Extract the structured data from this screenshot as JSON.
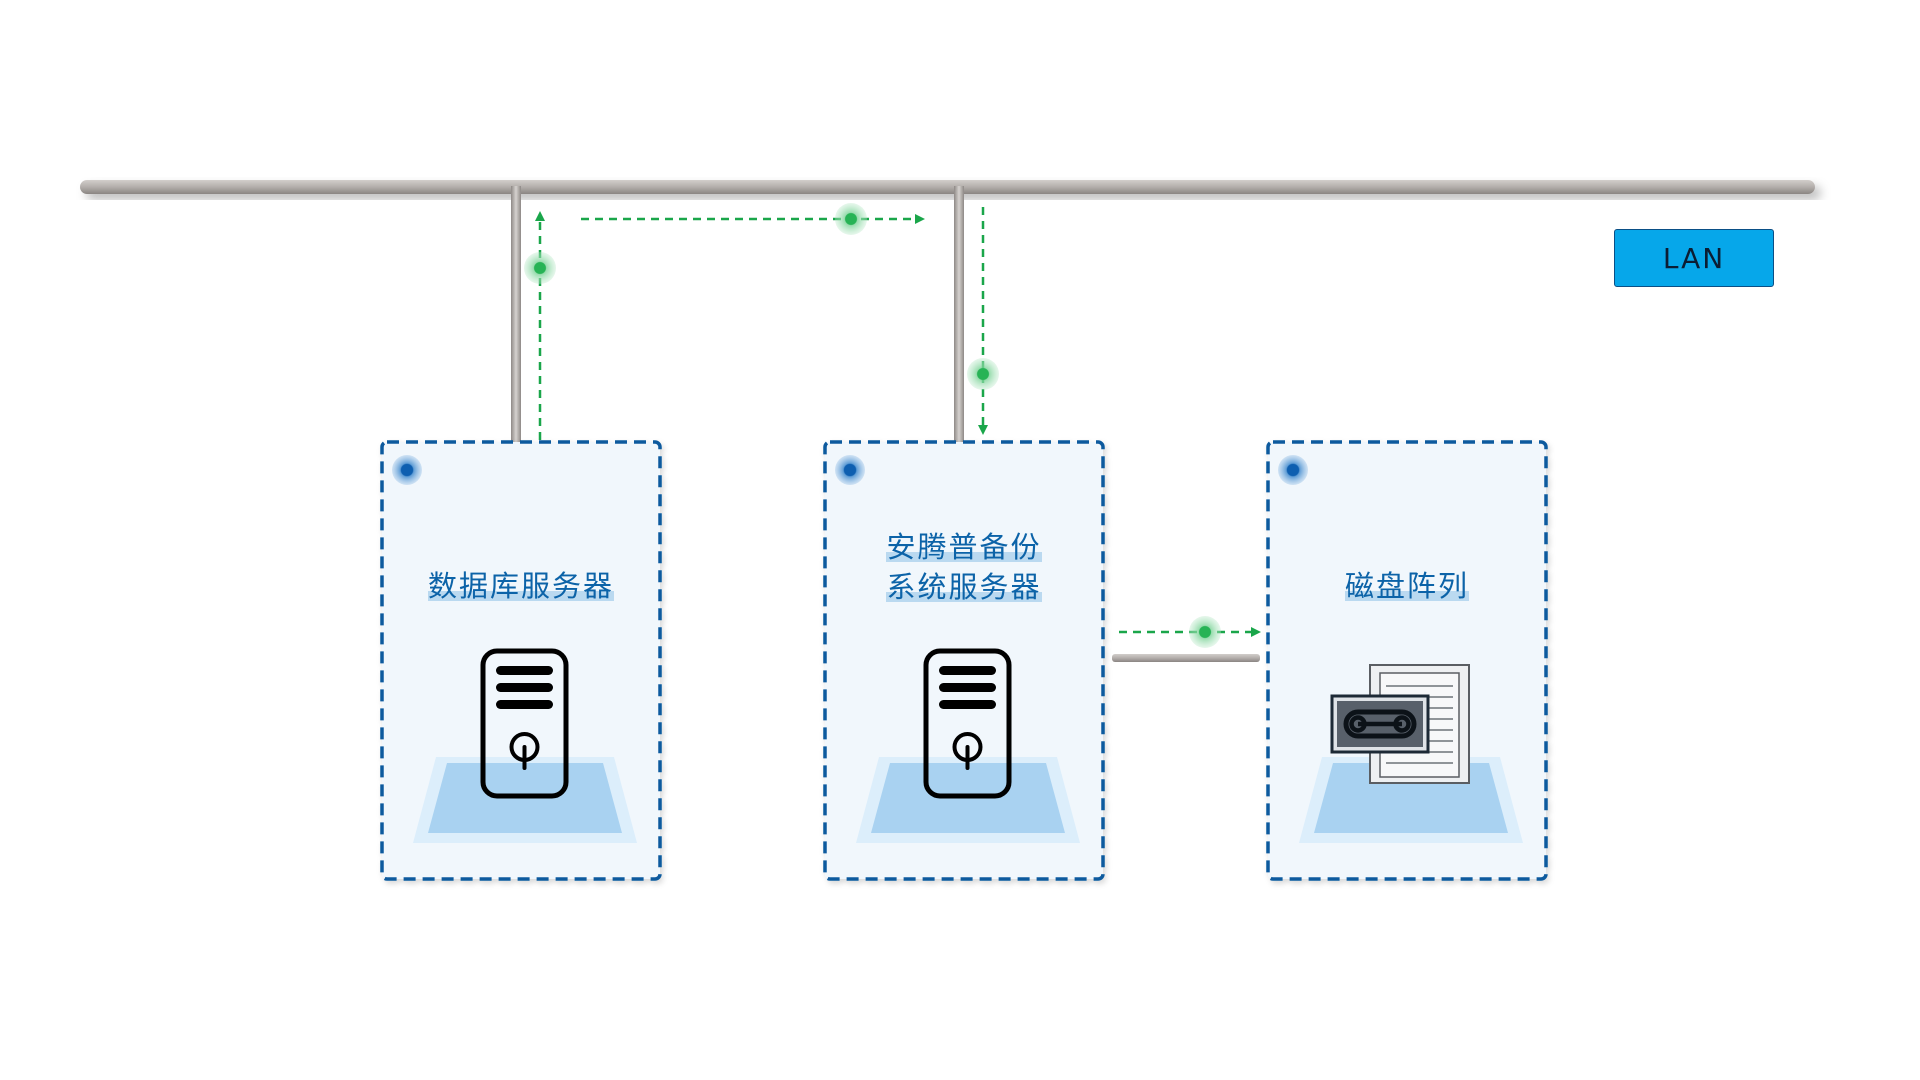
{
  "network": {
    "label": "LAN"
  },
  "nodes": [
    {
      "id": "db-server",
      "title_lines": [
        "数据库服务器"
      ],
      "icon": "server-tower-icon"
    },
    {
      "id": "backup-server",
      "title_lines": [
        "安腾普备份",
        "系统服务器"
      ],
      "icon": "server-tower-icon"
    },
    {
      "id": "disk-array",
      "title_lines": [
        "磁盘阵列"
      ],
      "icon": "disk-array-icon"
    }
  ],
  "colors": {
    "bus": "#a9a4a1",
    "flow": "#1aa64a",
    "node_border": "#0c5a9e",
    "node_fill": "#f1f7fc",
    "platform": "#a9d2f1",
    "lan_fill": "#06a7ea"
  }
}
